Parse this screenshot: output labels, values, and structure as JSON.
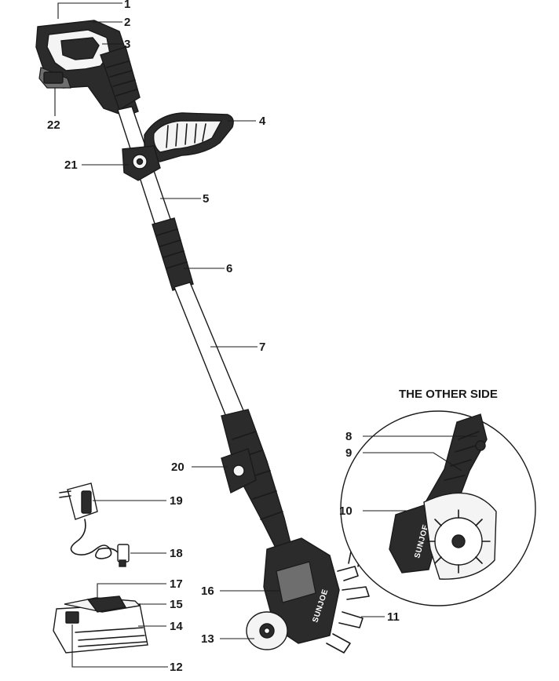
{
  "diagram": {
    "side_caption": "THE OTHER SIDE",
    "brand_text": "SUNJOE",
    "labels": {
      "l1": "1",
      "l2": "2",
      "l3": "3",
      "l4": "4",
      "l5": "5",
      "l6": "6",
      "l7": "7",
      "l8": "8",
      "l9": "9",
      "l10": "10",
      "l11": "11",
      "l12": "12",
      "l13": "13",
      "l14": "14",
      "l15": "15",
      "l16": "16",
      "l17": "17",
      "l18": "18",
      "l19": "19",
      "l20": "20",
      "l21": "21",
      "l22": "22"
    },
    "colors": {
      "ink": "#1a1a1a",
      "dark_part": "#2b2b2b",
      "light_part": "#f4f4f4"
    }
  }
}
